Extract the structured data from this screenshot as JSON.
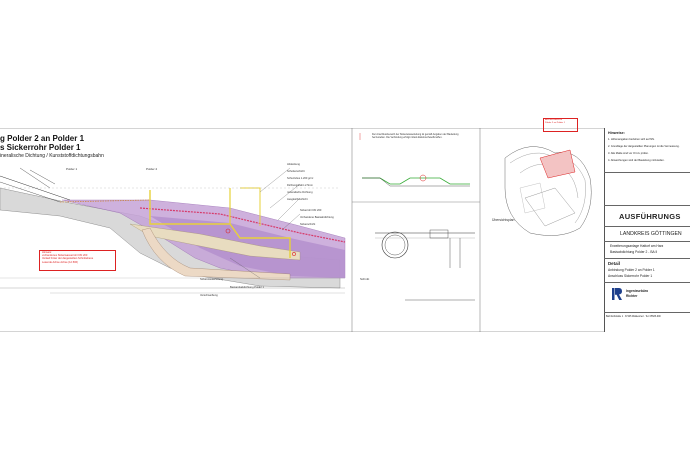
{
  "drawing": {
    "title_line1": "g Polder 2 an Polder 1",
    "title_line2": "s Sickerrohr Polder 1",
    "title_line3": "ineralische Dichtung / Kunststoffdichtungsbahn",
    "polder1_label": "Polder 1",
    "polder2_label": "Polder 2",
    "note_red": [
      "Hinweis:",
      "vorhandenes Sickerwasserrohr DN 200",
      "Verlauf hinter der dargestellten Schnittebene",
      "Lesende Achse Achse (12.506)"
    ],
    "layer_labels": [
      "Abdeckung",
      "Schotterschicht",
      "Schutzvlies 1.200 g/m²",
      "Dichtungsbahn 2.5mm",
      "mineralische Dichtung",
      "Ausgleichsschicht",
      "Sickerrohr DN 200",
      "Vorhandene Basisabdichtung",
      "Sickerschicht"
    ],
    "bottom_labels": [
      "Sickerwasserleitung",
      "Bestandsabdichtung Polder 1",
      "Verschweißung"
    ]
  },
  "details": {
    "note_text": "Der Anschlussbereich der Sickerwasserleitung ist gemäß Angaben der Bauleitung herzustellen. Die Verbindung erfolgt mittels Elektroschweißmuffen.",
    "detail_label": "Schnitt",
    "mid_caption": "Übersichtsplan",
    "overview_warning": [
      "Anschlussbereich",
      "Polder 2 an Polder 1"
    ]
  },
  "title_block": {
    "notes_header": "Hinweise:",
    "notes": [
      "1. Höhenangaben beziehen sich auf NN.",
      "2. Grundlage der dargestellten Planungen ist die Vermessung.",
      "3. Alle Maße sind vor Ort zu prüfen.",
      "4. Abweichungen sind der Bauleitung mitzuteilen."
    ],
    "stage": "AUSFÜHRUNGS",
    "county": "LANDKREIS GÖTTINGEN",
    "project_line1": "Erweiterungsanlage Hattorf am Harz",
    "project_line2": "Basisabdichtung Polder 2 - BA II",
    "detail_header": "Detail",
    "detail_line1": "Anbindung Polder 2 an Polder 1",
    "detail_line2": "Anschluss Sickerrohr Polder 1",
    "firm_name": "Ingenieurbüro",
    "firm_name2": "Richter",
    "address": "Bahnhofstraße 1 · 37445 Walkenried · Tel. 05525-000"
  }
}
